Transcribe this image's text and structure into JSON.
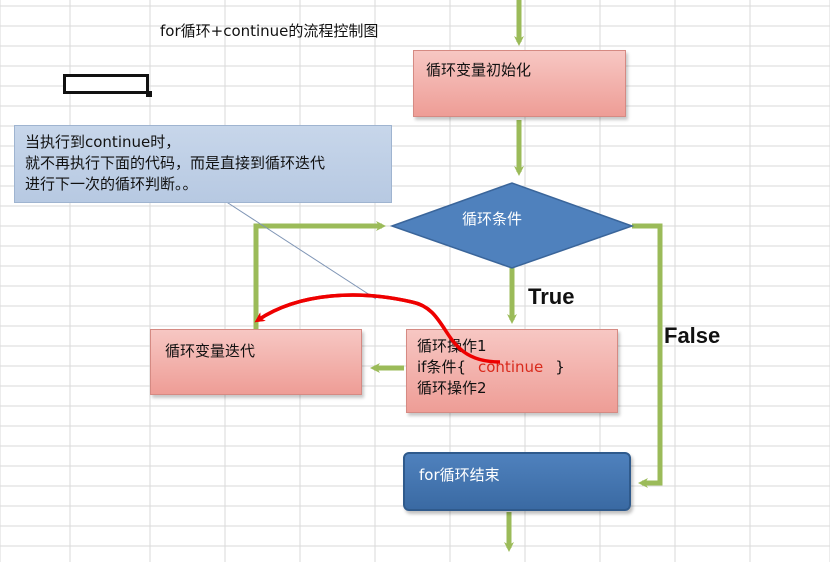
{
  "title": "for循环+continue的流程控制图",
  "nodes": {
    "init": "循环变量初始化",
    "condition": "循环条件",
    "iterate": "循环变量迭代",
    "op_line1": "循环操作1",
    "op_line2_prefix": "if条件{",
    "op_line2_keyword": "continue",
    "op_line2_suffix": "}",
    "op_line3": "循环操作2",
    "end": "for循环结束"
  },
  "edges": {
    "true_label": "True",
    "false_label": "False"
  },
  "callout": {
    "lines": [
      "当执行到continue时，",
      "就不再执行下面的代码，而是直接到循环迭代",
      "进行下一次的循环判断。。"
    ]
  },
  "colors": {
    "arrow": "#9bbb59",
    "process_box": "#f2aaa4",
    "decision": "#4f81bd",
    "continue_path": "#ee0000",
    "callout": "#c0d0e6"
  }
}
